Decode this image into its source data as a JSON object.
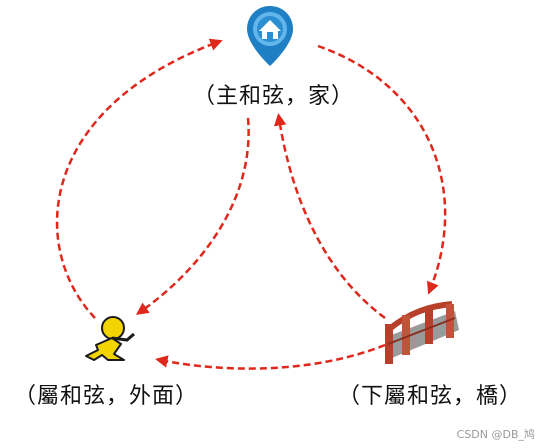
{
  "nodes": {
    "home": {
      "label": "（主和弦，家）",
      "icon": "home-location-pin-icon"
    },
    "outside": {
      "label": "（屬和弦，外面）",
      "icon": "running-person-icon"
    },
    "bridge": {
      "label": "（下屬和弦，橋）",
      "icon": "bridge-icon"
    }
  },
  "edges": [
    {
      "from": "home",
      "to": "bridge"
    },
    {
      "from": "bridge",
      "to": "outside"
    },
    {
      "from": "outside",
      "to": "home"
    },
    {
      "from": "home",
      "to": "outside"
    },
    {
      "from": "bridge",
      "to": "home"
    }
  ],
  "colors": {
    "arrow": "#e0271b",
    "pin": "#1f7fc4",
    "runner": "#f2d500",
    "bridge": "#b8402a"
  },
  "watermark": "CSDN @DB_鸠"
}
